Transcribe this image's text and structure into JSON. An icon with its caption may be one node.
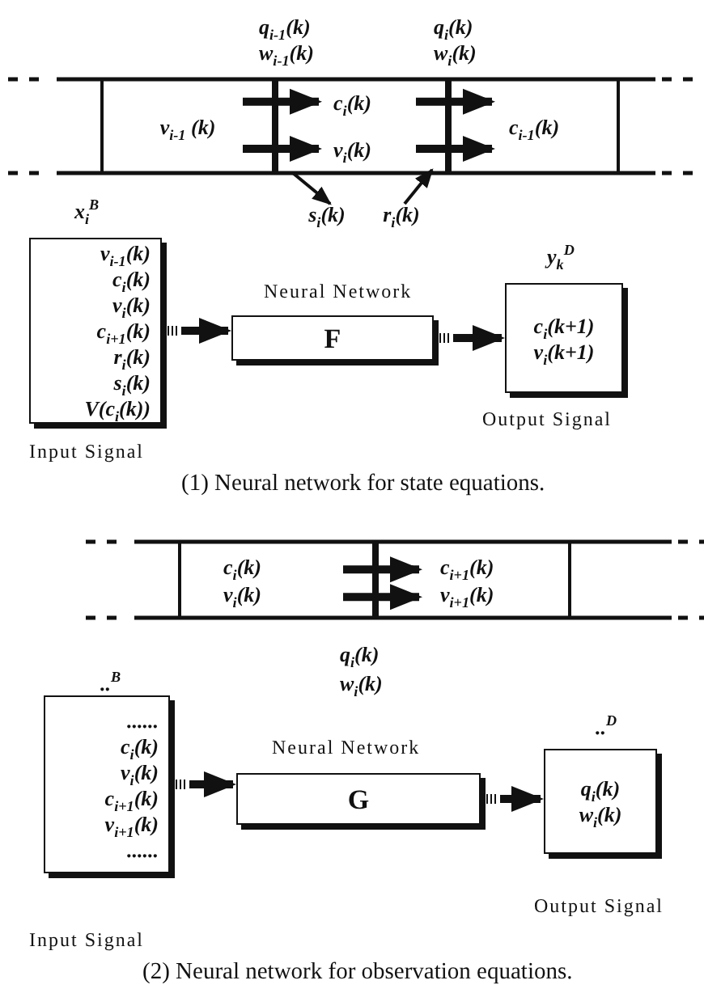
{
  "diagram": {
    "nodes": [
      {
        "text": [
          "v$_{i-1}$ (k)"
        ]
      },
      {
        "text": [
          "c$_{i}$(k)",
          "v$_{i}$(k)"
        ]
      },
      {
        "text": [
          "c$_{i-1}$(k)"
        ]
      },
      {
        "text": [
          "s$_{i}$(k)"
        ]
      },
      {
        "text": [
          "r$_{i}$(k)"
        ]
      },
      {
        "text": [
          "v$_{i-1}$(k)",
          "c$_{i}$(k)",
          "v$_{i}$(k)",
          "c$_{i+1}$(k)",
          "r$_{i}$(k)",
          "s$_{i}$(k)",
          "V(c$_{i}$(k))"
        ],
        "beside": [
          "x$_{i}$$^{B}$",
          "Input Signal"
        ]
      },
      {
        "text": [
          "F"
        ],
        "beside": [
          "Neural Network"
        ]
      },
      {
        "text": [
          "c$_{i}$(k+1)",
          "v$_{i}$(k+1)"
        ],
        "beside": [
          "y$_{k}$$^{D}$",
          "Output Signal"
        ]
      },
      {
        "text": [
          "c$_{i}$(k)",
          "v$_{i}$(k)"
        ]
      },
      {
        "text": [
          "c$_{i+1}$(k)",
          "v$_{i+1}$(k)"
        ]
      },
      {
        "text": [
          "......",
          "c$_{i}$(k)",
          "v$_{i}$(k)",
          "c$_{i+1}$(k)",
          "v$_{i+1}$(k)",
          "......"
        ],
        "beside": [
          "..$^{B}$",
          "Input Signal"
        ]
      },
      {
        "text": [
          "G"
        ],
        "beside": [
          "Neural Network"
        ]
      },
      {
        "text": [
          "q$_{i}$(k)",
          "w$_{i}$(k)"
        ],
        "beside": [
          "..$^{D}$",
          "Output Signal"
        ]
      }
    ],
    "edges": [
      {
        "from": 0,
        "to": 1,
        "arrow": "to"
      },
      {
        "from": 0,
        "to": 1,
        "arrow": "to"
      },
      {
        "from": 1,
        "to": 2,
        "arrow": "to"
      },
      {
        "from": 1,
        "to": 2,
        "arrow": "to"
      },
      {
        "from": 1,
        "to": 3,
        "arrow": "to"
      },
      {
        "from": 4,
        "to": 1,
        "arrow": "to"
      },
      {
        "from": 5,
        "to": 6,
        "arrow": "to"
      },
      {
        "from": 6,
        "to": 7,
        "arrow": "to"
      },
      {
        "from": 8,
        "to": 9,
        "arrow": "to"
      },
      {
        "from": 8,
        "to": 9,
        "arrow": "to"
      },
      {
        "from": 10,
        "to": 11,
        "arrow": "to"
      },
      {
        "from": 11,
        "to": 12,
        "arrow": "to"
      }
    ],
    "labels": [
      "q$_{i-1}$(k)",
      "w$_{i-1}$(k)",
      "q$_{i}$(k)",
      "w$_{i}$(k)",
      "(1) Neural network for state equations.",
      "q$_{i}$(k)",
      "w$_{i}$(k)",
      "(2) Neural network for observation equations."
    ]
  }
}
